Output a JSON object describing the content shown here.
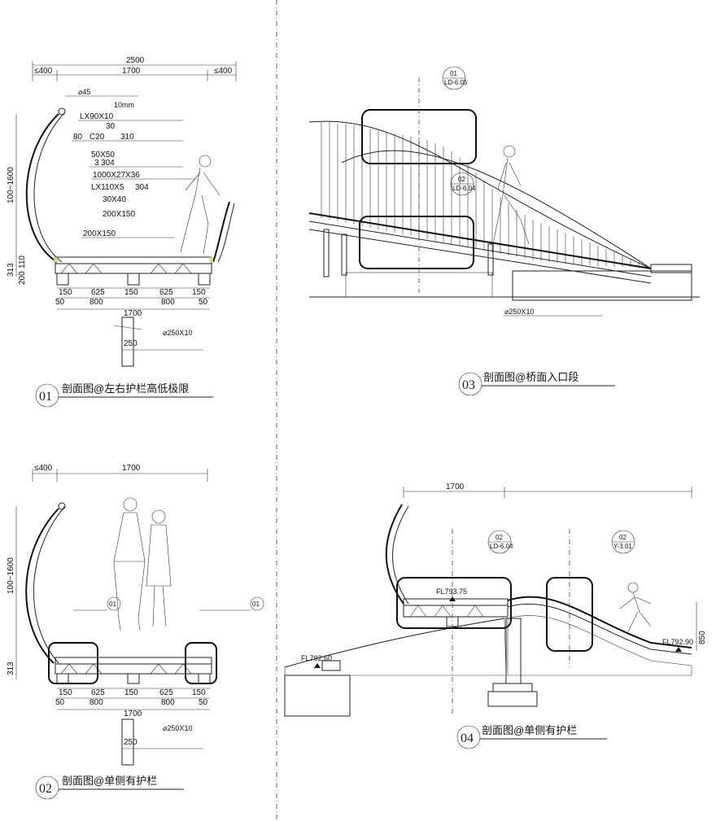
{
  "section1": {
    "title": "剖面图@左右护栏高低极限",
    "number": "01",
    "dims": {
      "total": "2500",
      "left_overhang": "≤400",
      "center": "1700",
      "right_overhang": "≤400",
      "b150a": "150",
      "b625a": "625",
      "b150b": "150",
      "b625b": "625",
      "b150c": "150",
      "b50a": "50",
      "b800a": "800",
      "b800b": "800",
      "b50b": "50",
      "bottom1700": "1700",
      "col250": "250",
      "h100_1600": "100~1600",
      "h313": "313",
      "h200": "200",
      "h110": "110"
    },
    "labels": {
      "dia": "⌀45",
      "l1": "LX90X10",
      "l2": "30",
      "l3": "80",
      "l4": "C20",
      "l5": "310",
      "l6": "50X50",
      "l7": "3",
      "l8": "304",
      "l9": "1000X27X36",
      "l10": "LX110X5",
      "l11": "304",
      "l12": "30X40",
      "l13": "200X150",
      "l14": "200X150",
      "l15": "⌀250X10",
      "l16": "10mm"
    }
  },
  "section2": {
    "title": "剖面图@单侧有护栏",
    "number": "02",
    "dims": {
      "left_overhang": "≤400",
      "center": "1700",
      "b150a": "150",
      "b625a": "625",
      "b150b": "150",
      "b625b": "625",
      "b150c": "150",
      "b50a": "50",
      "b800a": "800",
      "b800b": "800",
      "b50b": "50",
      "bottom1700": "1700",
      "col250": "250",
      "h100_1600": "100~1600",
      "h313": "313"
    },
    "labels": {
      "d1": "01",
      "d2": "01",
      "l15": "⌀250X10"
    }
  },
  "section3": {
    "title": "剖面图@桥面入口段",
    "number": "03",
    "tag1": {
      "top": "01",
      "bottom": "LD-6.05"
    },
    "tag2": {
      "top": "02",
      "bottom": "LD-6.04"
    },
    "labels": {
      "l15": "⌀250X10"
    }
  },
  "section4": {
    "title": "剖面图@单侧有护栏",
    "number": "04",
    "dims": {
      "d1700": "1700",
      "h850": "850"
    },
    "tag1": {
      "top": "02",
      "bottom": "LD-6.04"
    },
    "tag2": {
      "top": "02",
      "bottom": "Y-3.01"
    },
    "levels": {
      "fl1": "FL793.75",
      "fl2": "FL792.60",
      "fl3": "FL792.90"
    }
  }
}
